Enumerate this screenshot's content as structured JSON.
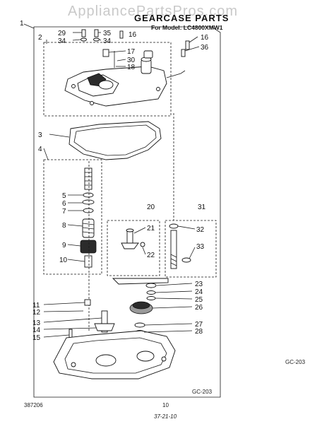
{
  "watermark": "AppliancePartsPros.com",
  "title": "GEARCASE PARTS",
  "subtitle": "For Model: LC4800XMW1",
  "callouts": {
    "c1": "1",
    "c2": "2",
    "c3": "3",
    "c4": "4",
    "c5": "5",
    "c6": "6",
    "c7": "7",
    "c8": "8",
    "c9": "9",
    "c10": "10",
    "c11": "11",
    "c12": "12",
    "c13": "13",
    "c14": "14",
    "c15": "15",
    "c16a": "16",
    "c16b": "16",
    "c17": "17",
    "c18": "18",
    "c20": "20",
    "c21": "21",
    "c22": "22",
    "c23": "23",
    "c24": "24",
    "c25": "25",
    "c26": "26",
    "c27": "27",
    "c28": "28",
    "c29": "29",
    "c30": "30",
    "c31": "31",
    "c32": "32",
    "c33": "33",
    "c34a": "34",
    "c34b": "34",
    "c35": "35",
    "c36": "36"
  },
  "footer": {
    "code_right": "GC-203",
    "code_bottom": "GC-203",
    "doc_number": "387206",
    "page_number": "10",
    "handwritten": "37-21-10"
  }
}
